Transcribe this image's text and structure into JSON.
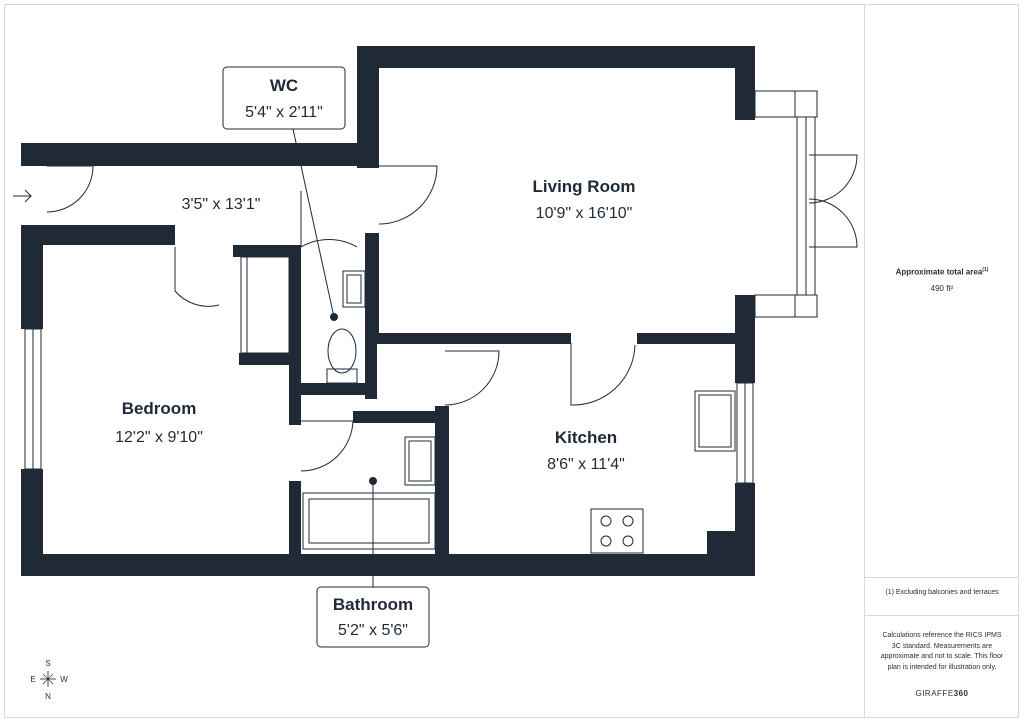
{
  "rooms": {
    "wc": {
      "name": "WC",
      "size": "5'4\" x 2'11\""
    },
    "hall": {
      "size": "3'5\" x 13'1\""
    },
    "living": {
      "name": "Living Room",
      "size": "10'9\" x 16'10\""
    },
    "bedroom": {
      "name": "Bedroom",
      "size": "12'2\" x 9'10\""
    },
    "kitchen": {
      "name": "Kitchen",
      "size": "8'6\" x 11'4\""
    },
    "bathroom": {
      "name": "Bathroom",
      "size": "5'2\" x 5'6\""
    }
  },
  "compass": {
    "n": "N",
    "s": "S",
    "e": "E",
    "w": "W"
  },
  "sidebar": {
    "total_label": "Approximate total area",
    "total_note_marker": "(1)",
    "total_value": "490 ft²",
    "note": "(1) Excluding balconies and terraces",
    "disclaimer": "Calculations reference the RICS IPMS 3C standard. Measurements are approximate and not to scale. This floor plan is intended for illustration only.",
    "brand_prefix": "GIRAFFE",
    "brand_suffix": "360"
  },
  "colors": {
    "wall": "#1f2a36",
    "line": "#1f2a36",
    "sidebar_text": "#2a2f36",
    "border": "#d5d9dd"
  }
}
